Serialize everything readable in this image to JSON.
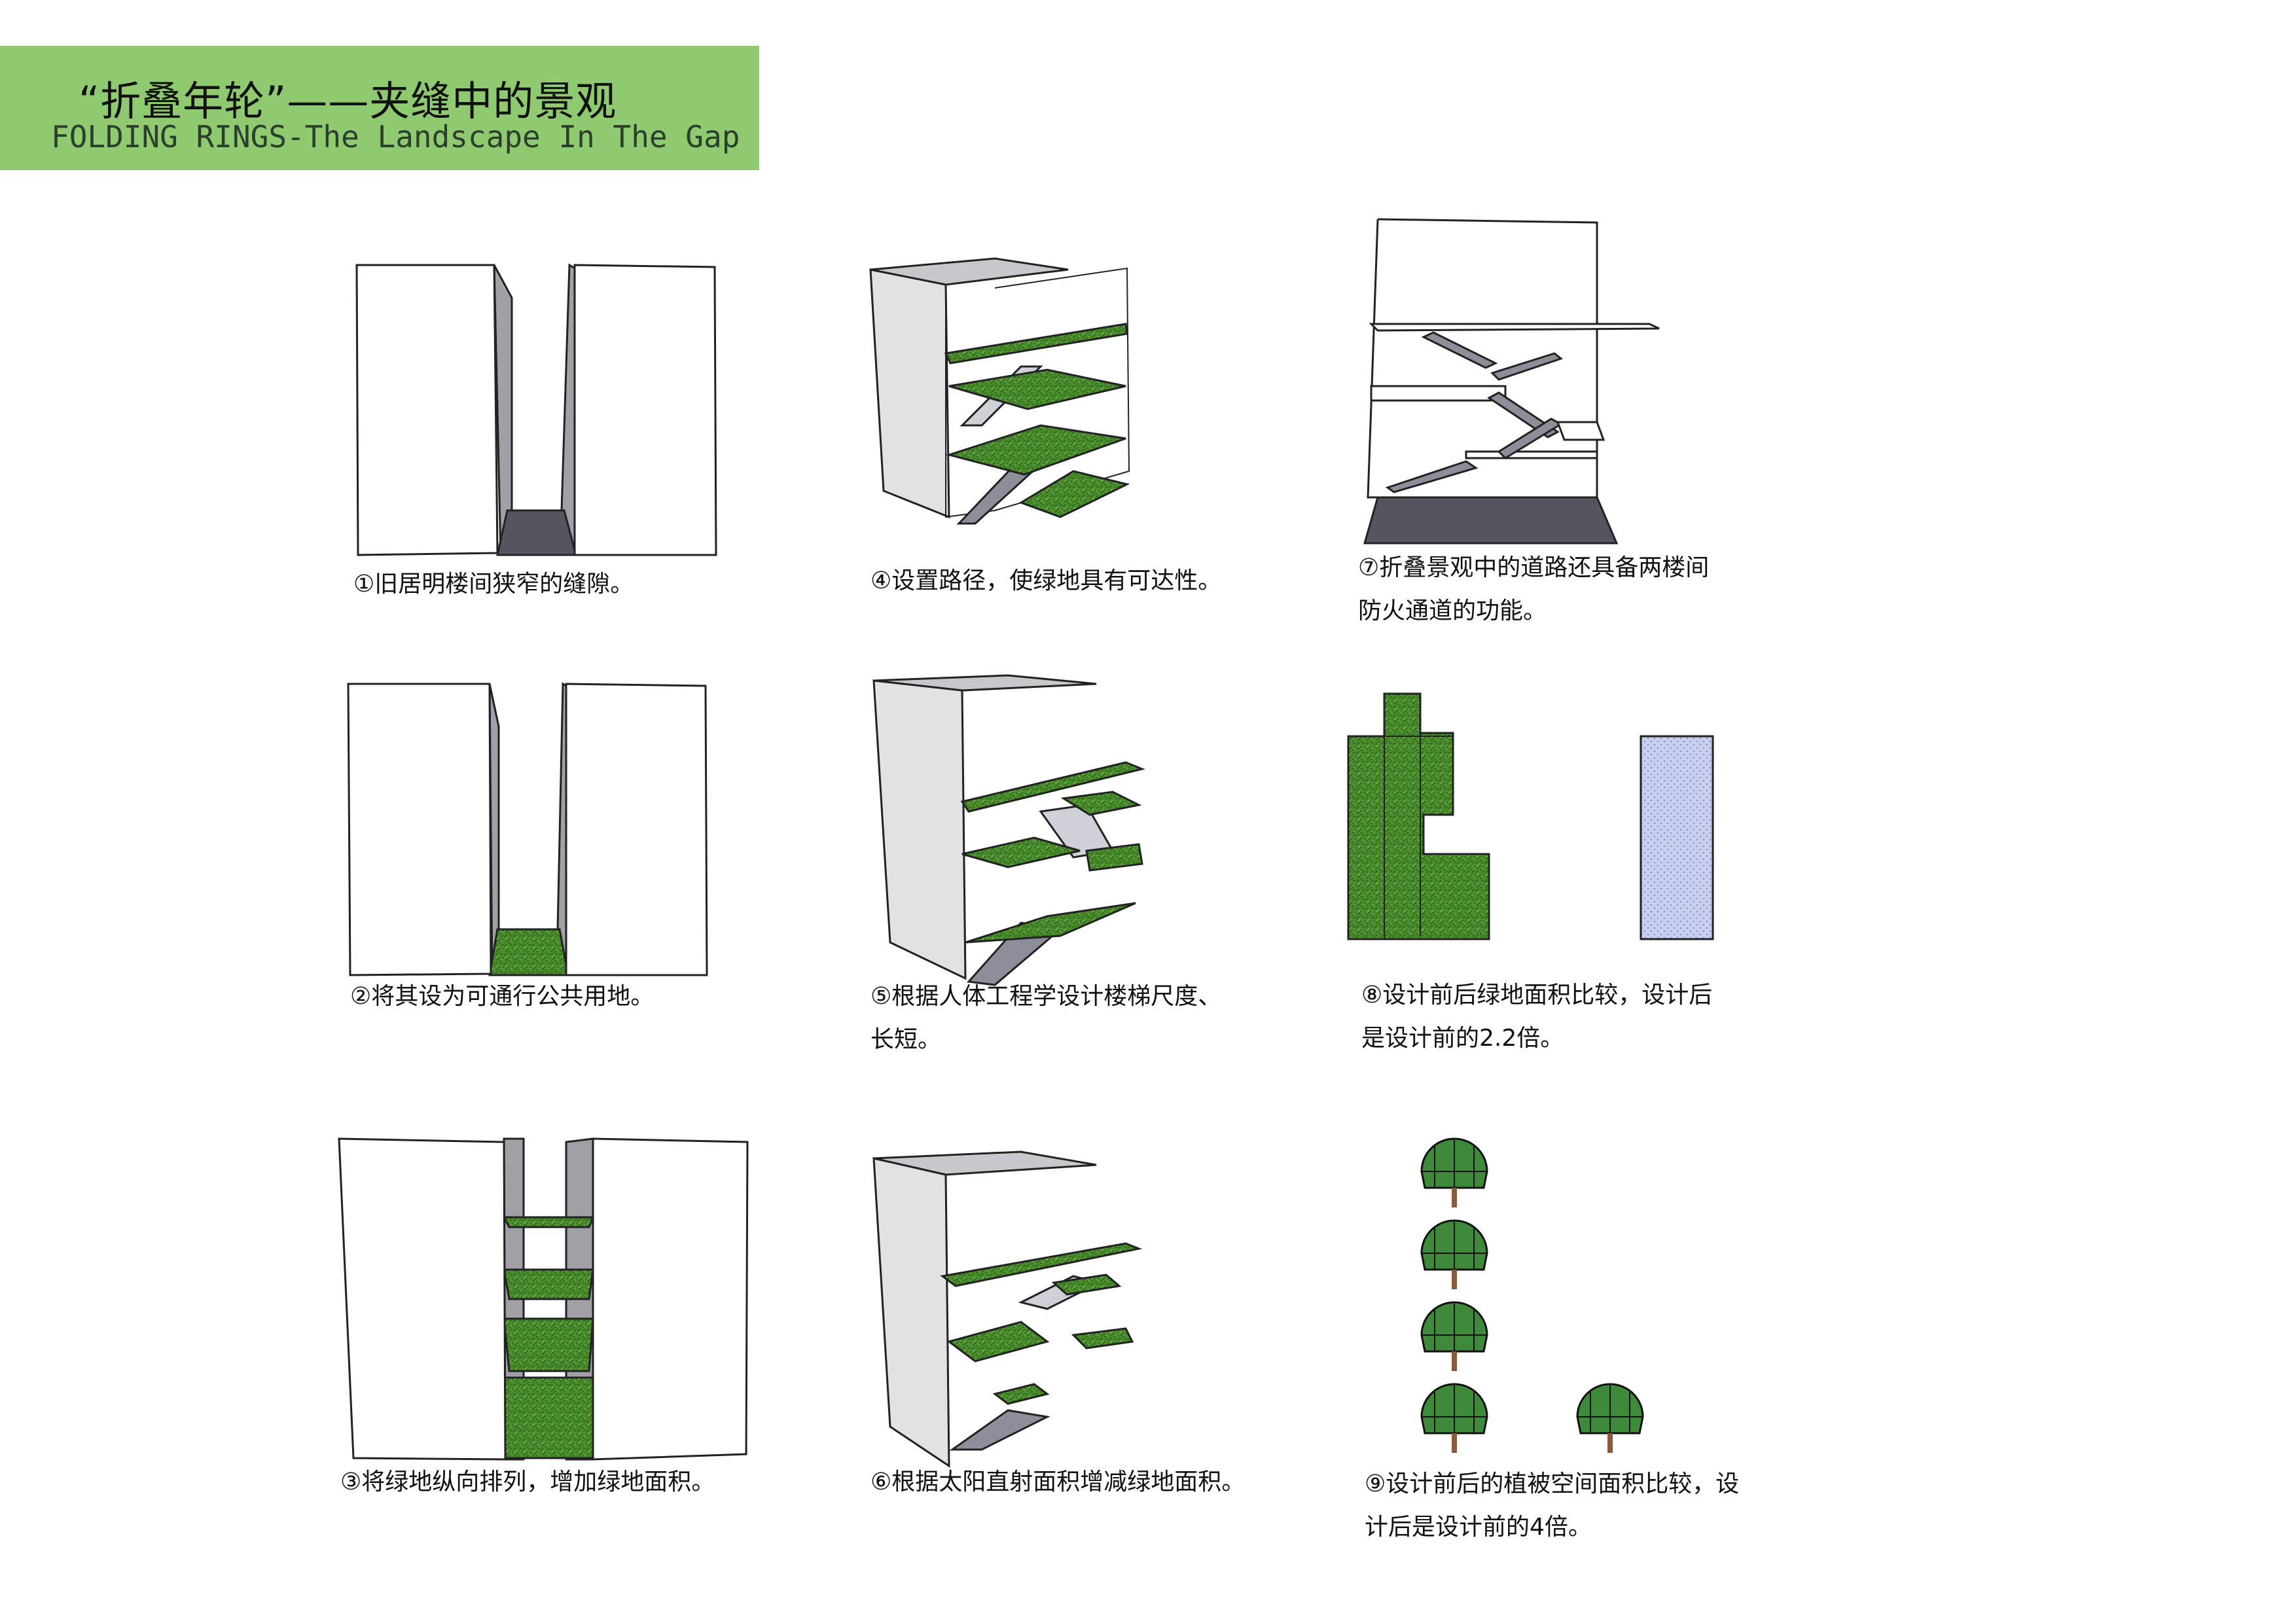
{
  "title": {
    "chinese": "“折叠年轮”——夹缝中的景观",
    "english": "FOLDING RINGS-The Landscape In The Gap"
  },
  "colors": {
    "banner": "#8fca70",
    "grass": "#4d8f2e",
    "grass_dark": "#2f6b1d",
    "wall_shade": "#d8d8da",
    "gap_wall": "#9a9aa0",
    "floor_dark": "#5b5b66",
    "ramp": "#8e8e9a",
    "water": "#c9d0ef"
  },
  "captions": [
    {
      "id": "1",
      "lines": [
        "①旧居明楼间狭窄的缝隙。"
      ]
    },
    {
      "id": "2",
      "lines": [
        "②将其设为可通行公共用地。"
      ]
    },
    {
      "id": "3",
      "lines": [
        "③将绿地纵向排列，增加绿地面积。"
      ]
    },
    {
      "id": "4",
      "lines": [
        "④设置路径，使绿地具有可达性。"
      ]
    },
    {
      "id": "5",
      "lines": [
        "⑤根据人体工程学设计楼梯尺度、",
        "长短。"
      ]
    },
    {
      "id": "6",
      "lines": [
        "⑥根据太阳直射面积增减绿地面积。"
      ]
    },
    {
      "id": "7",
      "lines": [
        "⑦折叠景观中的道路还具备两楼间",
        "防火通道的功能。"
      ]
    },
    {
      "id": "8",
      "lines": [
        "⑧设计前后绿地面积比较，设计后",
        "是设计前的2.2倍。"
      ]
    },
    {
      "id": "9",
      "lines": [
        "⑨设计前后的植被空间面积比较，设",
        "计后是设计前的4倍。"
      ]
    }
  ]
}
